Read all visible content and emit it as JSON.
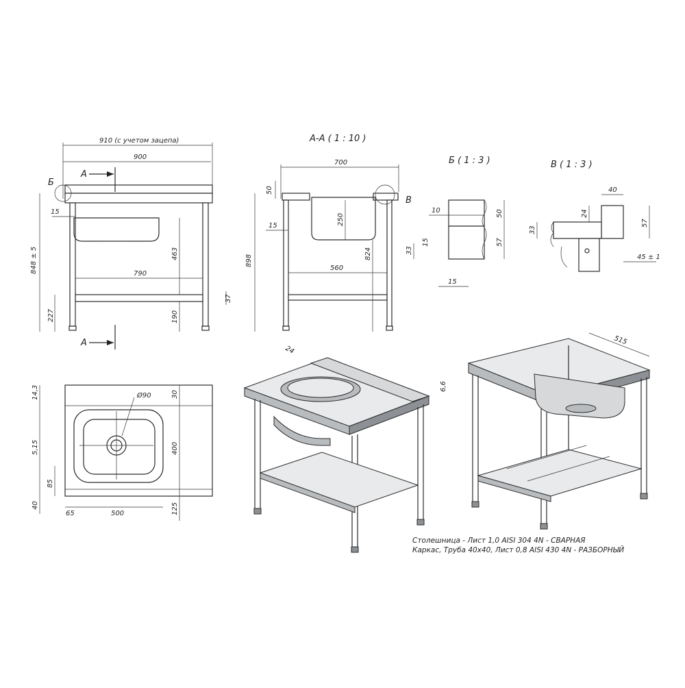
{
  "front_view": {
    "dims": {
      "overall_width": "910 (с учетом зацепа)",
      "width": "900",
      "height": "848 ± 5",
      "top_offset": "15",
      "leg_span": "790",
      "sink_to_shelf": "463",
      "shelf_thickness": "37",
      "shelf_height": "190",
      "shelf_bottom": "227"
    },
    "section_marker": "A",
    "detail_marker": "Б"
  },
  "section_view": {
    "title": "А-А ( 1 : 10 )",
    "dims": {
      "width": "700",
      "top": "50",
      "offset": "15",
      "bowl_depth": "250",
      "height": "898",
      "inner_height": "824",
      "span": "560"
    },
    "detail_marker": "В"
  },
  "detail_b": {
    "title": "Б ( 1 : 3 )",
    "dims": [
      "10",
      "50",
      "57",
      "15",
      "33",
      "15"
    ]
  },
  "detail_v": {
    "title": "В ( 1 : 3 )",
    "dims": [
      "40",
      "24",
      "57",
      "33",
      "45 ± 1"
    ]
  },
  "plan_view": {
    "dims": {
      "drain_diameter": "Ø90",
      "top_margin": "30",
      "bowl_length": "400",
      "bottom_margin": "125",
      "left_margin": "65",
      "bowl_width": "500",
      "left_top": "14,3",
      "depth": "5,15",
      "side_85": "85",
      "side_40": "40"
    }
  },
  "iso_dims": {
    "left_top": "24",
    "left_side": "6,6",
    "right_top": "515"
  },
  "notes": [
    "Столешница - Лист 1,0 AISI 304 4N - СВАРНАЯ",
    "Каркас, Труба 40x40, Лист 0,8 AISI 430 4N - РАЗБОРНЫЙ"
  ]
}
